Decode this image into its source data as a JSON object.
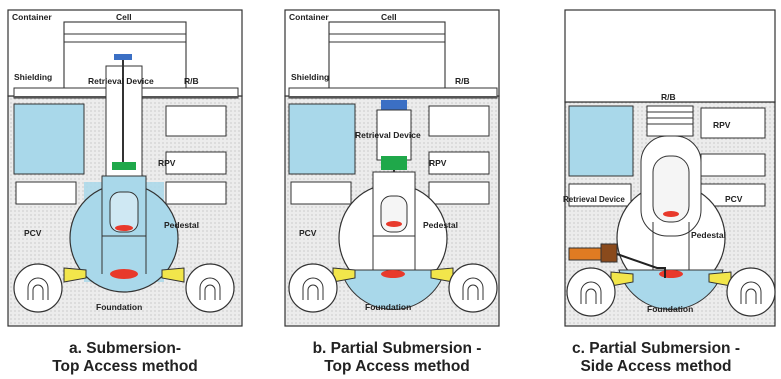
{
  "panels": [
    {
      "labels": {
        "container": "Container",
        "cell": "Cell",
        "shielding": "Shielding",
        "retrieval_device": "Retrieval Device",
        "rb": "R/B",
        "rpv": "RPV",
        "pedestal": "Pedestal",
        "pcv": "PCV",
        "foundation": "Foundation"
      },
      "caption": [
        "a. Submersion-",
        "Top Access method"
      ]
    },
    {
      "labels": {
        "container": "Container",
        "cell": "Cell",
        "shielding": "Shielding",
        "retrieval_device": "Retrieval Device",
        "rb": "R/B",
        "rpv": "RPV",
        "pedestal": "Pedestal",
        "pcv": "PCV",
        "foundation": "Foundation"
      },
      "caption": [
        "b. Partial Submersion -",
        "Top Access method"
      ]
    },
    {
      "labels": {
        "rb": "R/B",
        "rpv": "RPV",
        "retrieval_device": "Retrieval Device",
        "pcv": "PCV",
        "pedestal": "Pedestal",
        "foundation": "Foundation"
      },
      "caption": [
        "c. Partial Submersion -",
        "Side Access method"
      ]
    }
  ],
  "colors": {
    "water": "#a9d8ea",
    "debris": "#e8392b",
    "green_device": "#1fa84a",
    "blue_device": "#3b6fc4",
    "side_device": "#e07b22",
    "yellow_pipe": "#f2e64b",
    "hatch": "#d9d9d9",
    "outline": "#333333"
  }
}
